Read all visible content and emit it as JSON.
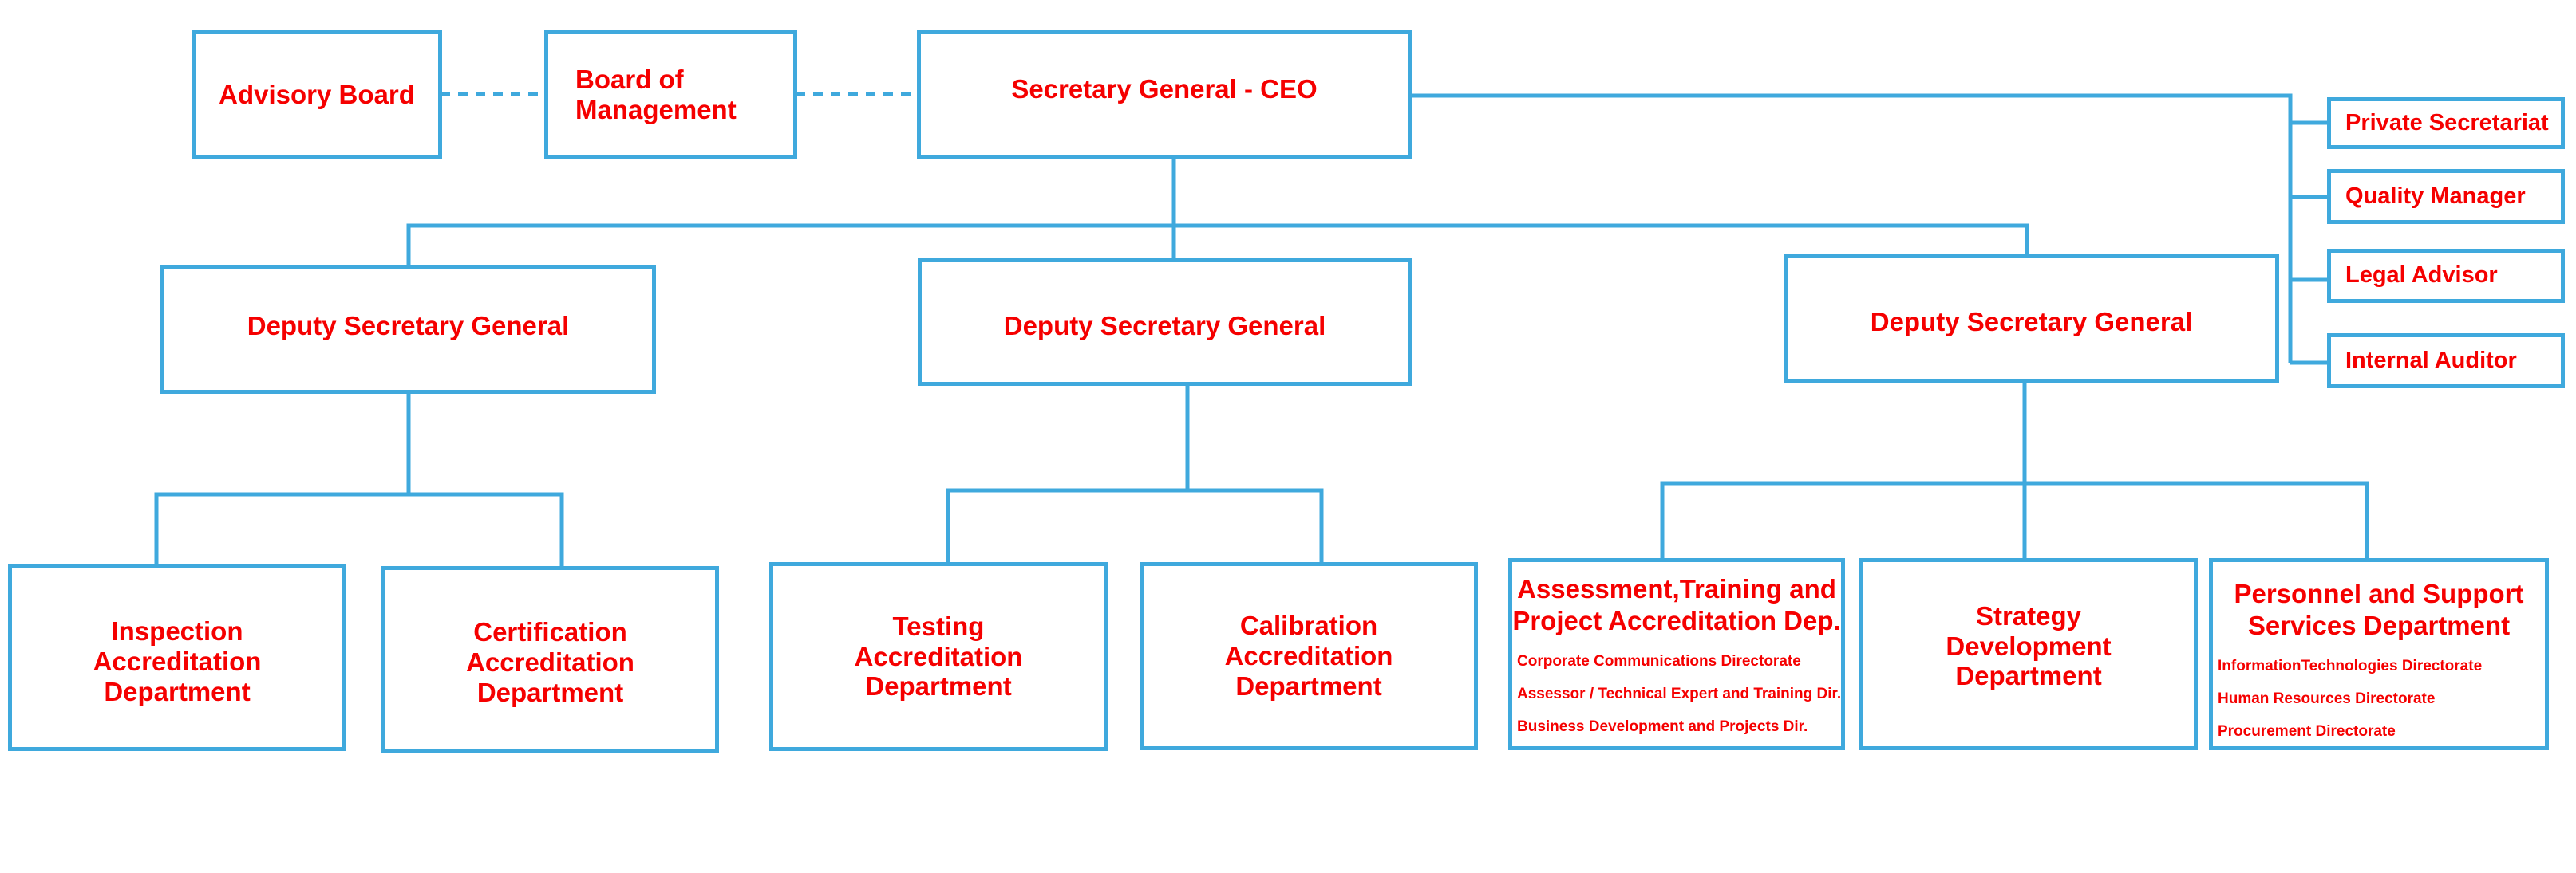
{
  "chart": {
    "colors": {
      "line": "#3fa9dd",
      "text": "#f50000",
      "background": "#ffffff"
    },
    "top_row": {
      "advisory_board": "Advisory Board",
      "board_of_management": [
        "Board of",
        "Management"
      ],
      "ceo": "Secretary General - CEO"
    },
    "staff_units": [
      "Private Secretariat",
      "Quality Manager",
      "Legal Advisor",
      "Internal Auditor"
    ],
    "deputies": [
      {
        "title": "Deputy Secretary General",
        "departments": [
          {
            "name": [
              "Inspection",
              "Accreditation",
              "Department"
            ]
          },
          {
            "name": [
              "Certification",
              "Accreditation",
              "Department"
            ]
          }
        ]
      },
      {
        "title": "Deputy Secretary General",
        "departments": [
          {
            "name": [
              "Testing",
              "Accreditation",
              "Department"
            ]
          },
          {
            "name": [
              "Calibration",
              "Accreditation",
              "Department"
            ]
          }
        ]
      },
      {
        "title": "Deputy Secretary General",
        "departments": [
          {
            "name": [
              "Assessment,Training and",
              "Project Accreditation Dep."
            ],
            "directorates": [
              "Corporate  Communications Directorate",
              "Assessor / Technical Expert and Training Dir.",
              "Business Development  and Projects Dir."
            ]
          },
          {
            "name": [
              "Strategy",
              "Development",
              "Department"
            ]
          },
          {
            "name": [
              "Personnel and Support",
              "Services Department"
            ],
            "directorates": [
              "InformationTechnologies Directorate",
              "Human Resources Directorate",
              "Procurement Directorate"
            ]
          }
        ]
      }
    ]
  }
}
